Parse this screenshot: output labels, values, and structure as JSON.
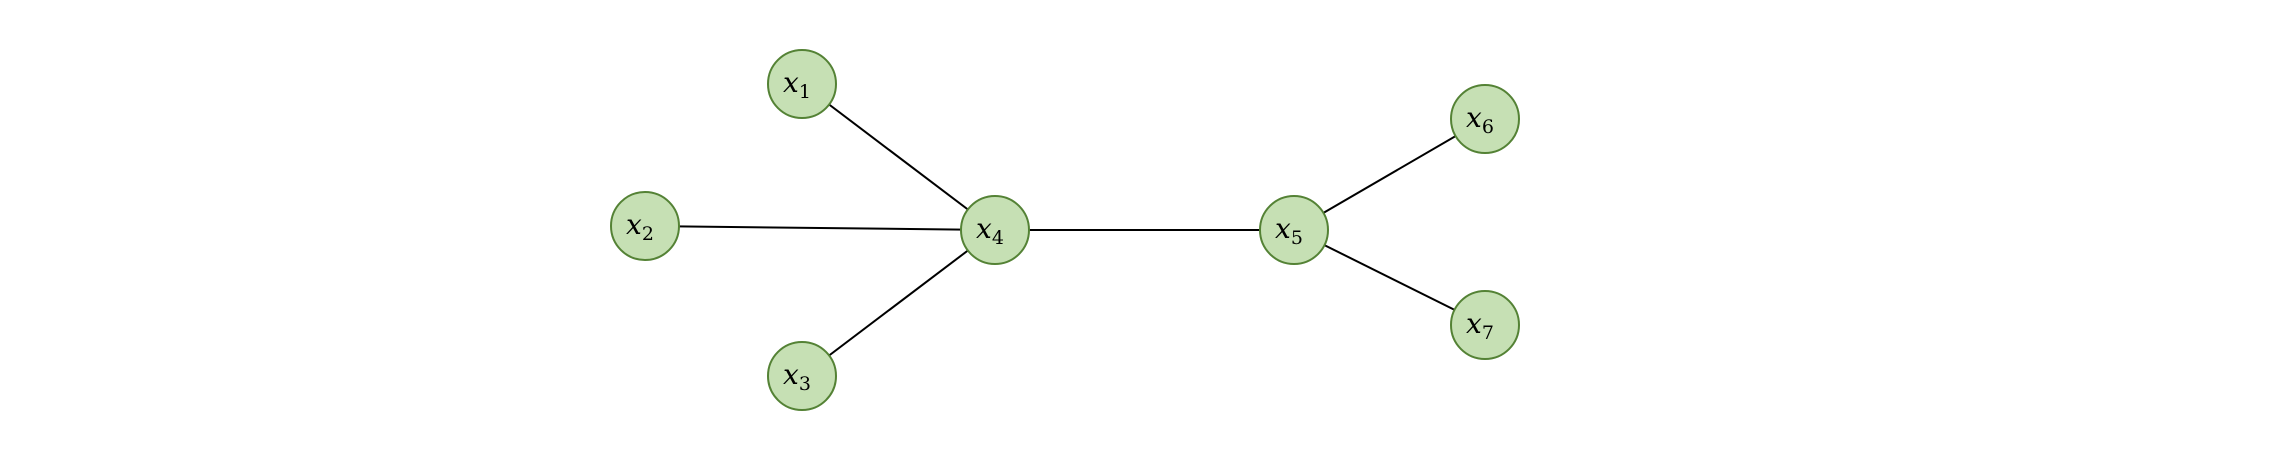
{
  "diagram": {
    "colors": {
      "node_fill": "#c6e0b4",
      "node_stroke": "#548235",
      "edge": "#000000"
    },
    "nodes": [
      {
        "id": "x1",
        "var": "x",
        "sub": "1"
      },
      {
        "id": "x2",
        "var": "x",
        "sub": "2"
      },
      {
        "id": "x3",
        "var": "x",
        "sub": "3"
      },
      {
        "id": "x4",
        "var": "x",
        "sub": "4"
      },
      {
        "id": "x5",
        "var": "x",
        "sub": "5"
      },
      {
        "id": "x6",
        "var": "x",
        "sub": "6"
      },
      {
        "id": "x7",
        "var": "x",
        "sub": "7"
      }
    ],
    "edges": [
      {
        "from": "x1",
        "to": "x4"
      },
      {
        "from": "x2",
        "to": "x4"
      },
      {
        "from": "x3",
        "to": "x4"
      },
      {
        "from": "x4",
        "to": "x5"
      },
      {
        "from": "x5",
        "to": "x6"
      },
      {
        "from": "x5",
        "to": "x7"
      }
    ]
  }
}
